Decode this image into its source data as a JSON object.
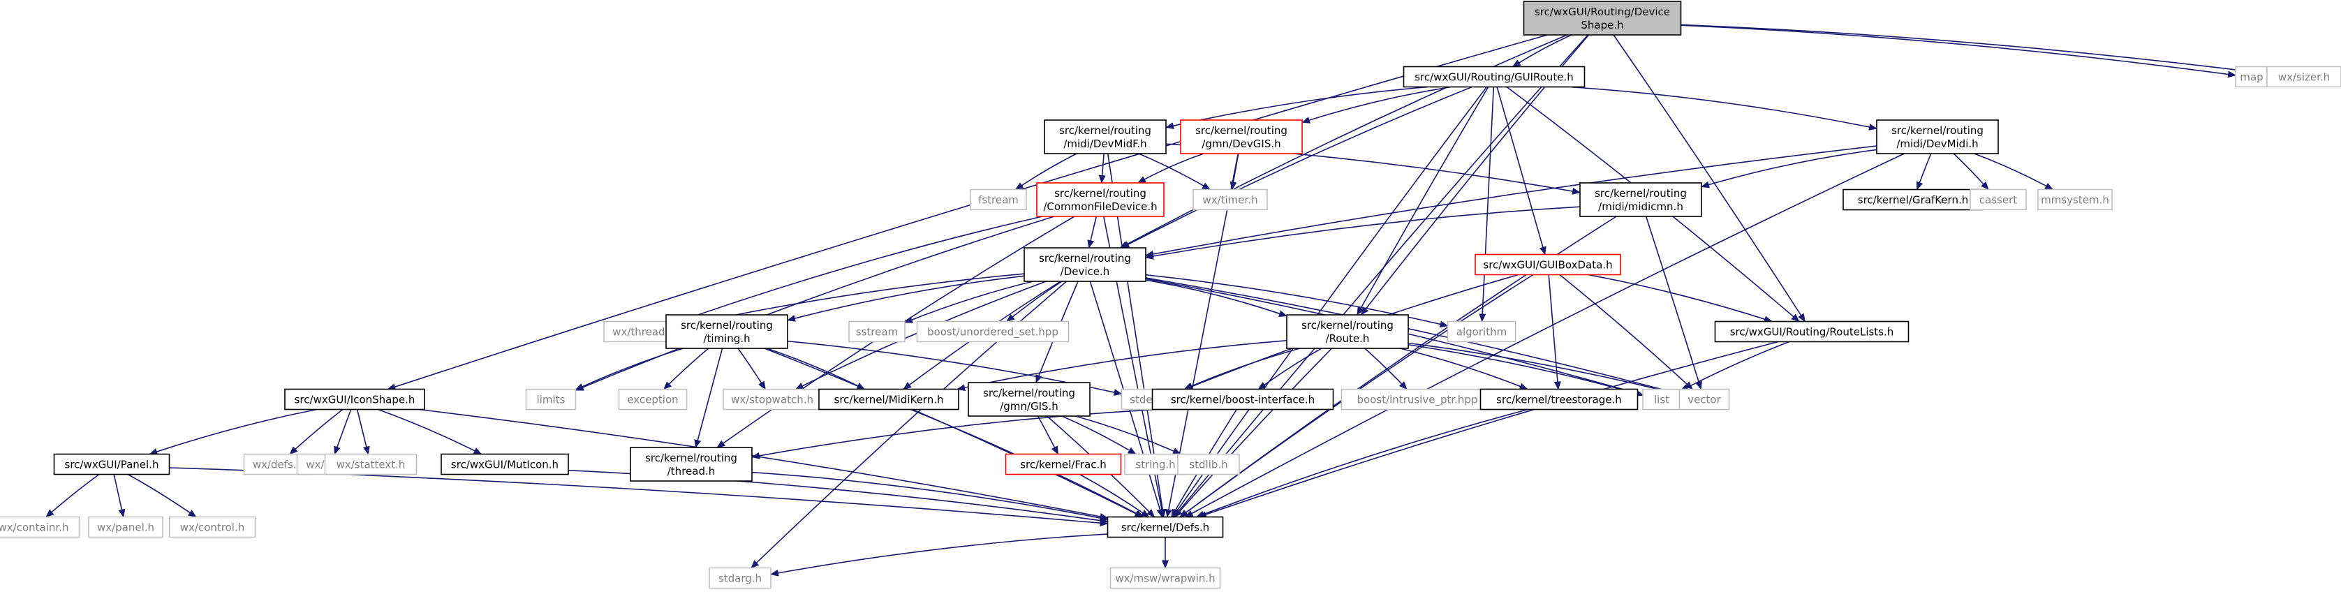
{
  "colors": {
    "edge": "#191970",
    "focus_fill": "#bfbfbf",
    "border_normal": "#000000",
    "border_truncated": "#ff0000",
    "border_external": "#bfbfbf",
    "text_external": "#7f7f7f"
  },
  "graph": {
    "nodes": [
      {
        "id": "device_shape",
        "lines": [
          "src/wxGUI/Routing/Device",
          "Shape.h"
        ],
        "style": "focus"
      },
      {
        "id": "guiroute",
        "lines": [
          "src/wxGUI/Routing/GUIRoute.h"
        ],
        "style": "normal"
      },
      {
        "id": "map",
        "lines": [
          "map"
        ],
        "style": "external"
      },
      {
        "id": "wxsizer",
        "lines": [
          "wx/sizer.h"
        ],
        "style": "external"
      },
      {
        "id": "devmidf",
        "lines": [
          "src/kernel/routing",
          "/midi/DevMidF.h"
        ],
        "style": "normal"
      },
      {
        "id": "devgis",
        "lines": [
          "src/kernel/routing",
          "/gmn/DevGIS.h"
        ],
        "style": "truncated"
      },
      {
        "id": "devmidi",
        "lines": [
          "src/kernel/routing",
          "/midi/DevMidi.h"
        ],
        "style": "normal"
      },
      {
        "id": "fstream",
        "lines": [
          "fstream"
        ],
        "style": "external"
      },
      {
        "id": "commonfile",
        "lines": [
          "src/kernel/routing",
          "/CommonFileDevice.h"
        ],
        "style": "truncated"
      },
      {
        "id": "wxtimer",
        "lines": [
          "wx/timer.h"
        ],
        "style": "external"
      },
      {
        "id": "midicmn",
        "lines": [
          "src/kernel/routing",
          "/midi/midicmn.h"
        ],
        "style": "normal"
      },
      {
        "id": "grafkern",
        "lines": [
          "src/kernel/GrafKern.h"
        ],
        "style": "normal"
      },
      {
        "id": "cassert",
        "lines": [
          "cassert"
        ],
        "style": "external"
      },
      {
        "id": "mmsystem",
        "lines": [
          "mmsystem.h"
        ],
        "style": "external"
      },
      {
        "id": "device",
        "lines": [
          "src/kernel/routing",
          "/Device.h"
        ],
        "style": "normal"
      },
      {
        "id": "guiboxdata",
        "lines": [
          "src/wxGUI/GUIBoxData.h"
        ],
        "style": "truncated"
      },
      {
        "id": "wxthread",
        "lines": [
          "wx/thread.h"
        ],
        "style": "external"
      },
      {
        "id": "timing",
        "lines": [
          "src/kernel/routing",
          "/timing.h"
        ],
        "style": "normal"
      },
      {
        "id": "sstream",
        "lines": [
          "sstream"
        ],
        "style": "external"
      },
      {
        "id": "unordered",
        "lines": [
          "boost/unordered_set.hpp"
        ],
        "style": "external"
      },
      {
        "id": "route",
        "lines": [
          "src/kernel/routing",
          "/Route.h"
        ],
        "style": "normal"
      },
      {
        "id": "algorithm",
        "lines": [
          "algorithm"
        ],
        "style": "external"
      },
      {
        "id": "routelists",
        "lines": [
          "src/wxGUI/Routing/RouteLists.h"
        ],
        "style": "normal"
      },
      {
        "id": "iconshape",
        "lines": [
          "src/wxGUI/IconShape.h"
        ],
        "style": "normal"
      },
      {
        "id": "limits",
        "lines": [
          "limits"
        ],
        "style": "external"
      },
      {
        "id": "exception",
        "lines": [
          "exception"
        ],
        "style": "external"
      },
      {
        "id": "stopwatch",
        "lines": [
          "wx/stopwatch.h"
        ],
        "style": "external"
      },
      {
        "id": "midikern",
        "lines": [
          "src/kernel/MidiKern.h"
        ],
        "style": "normal"
      },
      {
        "id": "gmngis",
        "lines": [
          "src/kernel/routing",
          "/gmn/GIS.h"
        ],
        "style": "normal"
      },
      {
        "id": "stdexcept",
        "lines": [
          "stdexcept"
        ],
        "style": "external"
      },
      {
        "id": "boostiface",
        "lines": [
          "src/kernel/boost-interface.h"
        ],
        "style": "normal"
      },
      {
        "id": "intrusive",
        "lines": [
          "boost/intrusive_ptr.hpp"
        ],
        "style": "external"
      },
      {
        "id": "treestorage",
        "lines": [
          "src/kernel/treestorage.h"
        ],
        "style": "normal"
      },
      {
        "id": "list",
        "lines": [
          "list"
        ],
        "style": "external"
      },
      {
        "id": "vector",
        "lines": [
          "vector"
        ],
        "style": "external"
      },
      {
        "id": "panel",
        "lines": [
          "src/wxGUI/Panel.h"
        ],
        "style": "normal"
      },
      {
        "id": "wxdefs",
        "lines": [
          "wx/defs.h"
        ],
        "style": "external"
      },
      {
        "id": "wxicon",
        "lines": [
          "wx/icon.h"
        ],
        "style": "external"
      },
      {
        "id": "wxstattext",
        "lines": [
          "wx/stattext.h"
        ],
        "style": "external"
      },
      {
        "id": "mutlcon",
        "lines": [
          "src/wxGUI/MutIcon.h"
        ],
        "style": "normal"
      },
      {
        "id": "thread",
        "lines": [
          "src/kernel/routing",
          "/thread.h"
        ],
        "style": "normal"
      },
      {
        "id": "frac",
        "lines": [
          "src/kernel/Frac.h"
        ],
        "style": "truncated"
      },
      {
        "id": "stringh",
        "lines": [
          "string.h"
        ],
        "style": "external"
      },
      {
        "id": "stdlib",
        "lines": [
          "stdlib.h"
        ],
        "style": "external"
      },
      {
        "id": "wxcontainr",
        "lines": [
          "wx/containr.h"
        ],
        "style": "external"
      },
      {
        "id": "wxpanel",
        "lines": [
          "wx/panel.h"
        ],
        "style": "external"
      },
      {
        "id": "wxcontrol",
        "lines": [
          "wx/control.h"
        ],
        "style": "external"
      },
      {
        "id": "defs",
        "lines": [
          "src/kernel/Defs.h"
        ],
        "style": "normal"
      },
      {
        "id": "stdarg",
        "lines": [
          "stdarg.h"
        ],
        "style": "external"
      },
      {
        "id": "wrapwin",
        "lines": [
          "wx/msw/wrapwin.h"
        ],
        "style": "external"
      }
    ],
    "edges": [
      [
        "device_shape",
        "guiroute"
      ],
      [
        "device_shape",
        "map"
      ],
      [
        "device_shape",
        "wxsizer"
      ],
      [
        "device_shape",
        "iconshape"
      ],
      [
        "device_shape",
        "device"
      ],
      [
        "device_shape",
        "route"
      ],
      [
        "device_shape",
        "routelists"
      ],
      [
        "device_shape",
        "defs"
      ],
      [
        "guiroute",
        "devmidf"
      ],
      [
        "guiroute",
        "devgis"
      ],
      [
        "guiroute",
        "devmidi"
      ],
      [
        "guiroute",
        "device"
      ],
      [
        "guiroute",
        "route"
      ],
      [
        "guiroute",
        "guiboxdata"
      ],
      [
        "guiroute",
        "algorithm"
      ],
      [
        "guiroute",
        "routelists"
      ],
      [
        "guiroute",
        "defs"
      ],
      [
        "devmidf",
        "fstream"
      ],
      [
        "devmidf",
        "commonfile"
      ],
      [
        "devmidf",
        "wxtimer"
      ],
      [
        "devmidf",
        "midicmn"
      ],
      [
        "devmidf",
        "defs"
      ],
      [
        "devgis",
        "commonfile"
      ],
      [
        "devgis",
        "wxtimer"
      ],
      [
        "devgis",
        "defs"
      ],
      [
        "devmidi",
        "grafkern"
      ],
      [
        "devmidi",
        "cassert"
      ],
      [
        "devmidi",
        "mmsystem"
      ],
      [
        "devmidi",
        "midicmn"
      ],
      [
        "devmidi",
        "device"
      ],
      [
        "devmidi",
        "defs"
      ],
      [
        "commonfile",
        "device"
      ],
      [
        "commonfile",
        "wxthread"
      ],
      [
        "commonfile",
        "limits"
      ],
      [
        "commonfile",
        "thread"
      ],
      [
        "commonfile",
        "defs"
      ],
      [
        "midicmn",
        "device"
      ],
      [
        "midicmn",
        "vector"
      ],
      [
        "midicmn",
        "defs"
      ],
      [
        "device",
        "wxthread"
      ],
      [
        "device",
        "timing"
      ],
      [
        "device",
        "sstream"
      ],
      [
        "device",
        "unordered"
      ],
      [
        "device",
        "route"
      ],
      [
        "device",
        "algorithm"
      ],
      [
        "device",
        "list"
      ],
      [
        "device",
        "vector"
      ],
      [
        "device",
        "stopwatch"
      ],
      [
        "device",
        "midikern"
      ],
      [
        "device",
        "gmngis"
      ],
      [
        "device",
        "stdarg"
      ],
      [
        "device",
        "defs"
      ],
      [
        "guiboxdata",
        "routelists"
      ],
      [
        "guiboxdata",
        "treestorage"
      ],
      [
        "guiboxdata",
        "vector"
      ],
      [
        "guiboxdata",
        "stdexcept"
      ],
      [
        "guiboxdata",
        "defs"
      ],
      [
        "timing",
        "limits"
      ],
      [
        "timing",
        "exception"
      ],
      [
        "timing",
        "stopwatch"
      ],
      [
        "timing",
        "midikern"
      ],
      [
        "timing",
        "stdexcept"
      ],
      [
        "timing",
        "thread"
      ],
      [
        "timing",
        "defs"
      ],
      [
        "route",
        "midikern"
      ],
      [
        "route",
        "stdexcept"
      ],
      [
        "route",
        "boostiface"
      ],
      [
        "route",
        "intrusive"
      ],
      [
        "route",
        "treestorage"
      ],
      [
        "route",
        "list"
      ],
      [
        "route",
        "vector"
      ],
      [
        "route",
        "defs"
      ],
      [
        "routelists",
        "list"
      ],
      [
        "routelists",
        "defs"
      ],
      [
        "iconshape",
        "panel"
      ],
      [
        "iconshape",
        "wxdefs"
      ],
      [
        "iconshape",
        "wxicon"
      ],
      [
        "iconshape",
        "wxstattext"
      ],
      [
        "iconshape",
        "mutlcon"
      ],
      [
        "iconshape",
        "defs"
      ],
      [
        "midikern",
        "defs"
      ],
      [
        "gmngis",
        "frac"
      ],
      [
        "gmngis",
        "stringh"
      ],
      [
        "gmngis",
        "stdlib"
      ],
      [
        "gmngis",
        "defs"
      ],
      [
        "boostiface",
        "thread"
      ],
      [
        "boostiface",
        "defs"
      ],
      [
        "treestorage",
        "defs"
      ],
      [
        "panel",
        "wxcontainr"
      ],
      [
        "panel",
        "wxpanel"
      ],
      [
        "panel",
        "wxcontrol"
      ],
      [
        "panel",
        "defs"
      ],
      [
        "mutlcon",
        "defs"
      ],
      [
        "thread",
        "defs"
      ],
      [
        "frac",
        "defs"
      ],
      [
        "defs",
        "stdarg"
      ],
      [
        "defs",
        "wrapwin"
      ]
    ]
  }
}
